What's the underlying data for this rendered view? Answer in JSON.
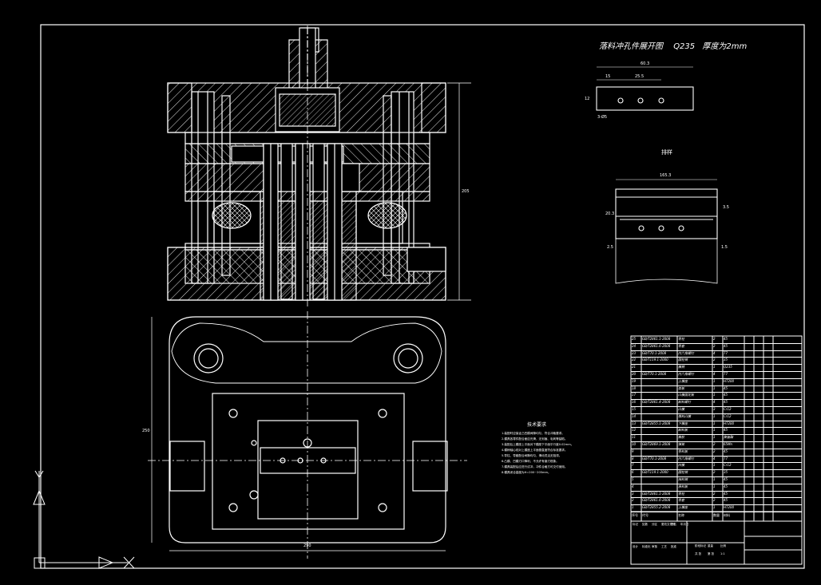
{
  "colors": {
    "background": "#000000",
    "line": "#ffffff",
    "accent": "#ffff00",
    "hatch": "#ffffff"
  },
  "blank_title": {
    "text": "落料冲孔件展开图",
    "material": "Q235",
    "thickness": "厚度为2mm"
  },
  "blank_dims": {
    "overall": "60.3",
    "offset": "15",
    "pitch": "25.5",
    "height": "12",
    "holes": "3-Ø5"
  },
  "layout_title": "排样",
  "layout_dims": {
    "width": "165.3",
    "pitch": "20.3",
    "gap": "3.5",
    "margin": "2.5",
    "side": "1.5"
  },
  "front_view_dims": {
    "overall_height": "205"
  },
  "top_view_dims": {
    "width": "290",
    "height": "250"
  },
  "notes": {
    "heading": "技术要求",
    "lines": [
      "1.装配时应保证凸凹模间隙均匀，符合冲裁要求。",
      "2.模具各零件配合面应光滑，无划痕、毛刺等缺陷。",
      "3.装配后上模座上平面对下模座下平面平行度0.02mm。",
      "4.模柄轴心线对上模座上平面垂直度符合标准要求。",
      "5.导柱、导套配合间隙均匀，滑动灵活无阻滞。",
      "6.凸模、凹模刃口锋利，不允许有崩刃现象。",
      "7.模具装配后应进行试冲，冲件合格方可交付使用。",
      "8.模具闭合高度为H=200~205mm。"
    ]
  },
  "bom": {
    "header": [
      "序号",
      "代号",
      "名称",
      "数量",
      "材料",
      "",
      "",
      ""
    ],
    "rows": [
      [
        "25",
        "GB/T2861.1-2008",
        "导柱",
        "2",
        "45",
        "",
        "",
        ""
      ],
      [
        "24",
        "GB/T2861.6-2008",
        "导套",
        "2",
        "45",
        "",
        "",
        ""
      ],
      [
        "23",
        "GB/T70.1-2008",
        "内六角螺钉",
        "4",
        "T7",
        "",
        "",
        ""
      ],
      [
        "22",
        "GB/T119.1-2000",
        "圆柱销",
        "2",
        "35",
        "",
        "",
        ""
      ],
      [
        "21",
        "",
        "模柄",
        "1",
        "Q235",
        "",
        "",
        ""
      ],
      [
        "20",
        "GB/T70.1-2008",
        "内六角螺钉",
        "4",
        "T7",
        "",
        "",
        ""
      ],
      [
        "19",
        "",
        "上模座",
        "1",
        "HT200",
        "",
        "",
        ""
      ],
      [
        "18",
        "",
        "垫板",
        "1",
        "45",
        "",
        "",
        ""
      ],
      [
        "17",
        "",
        "凸模固定板",
        "1",
        "45",
        "",
        "",
        ""
      ],
      [
        "16",
        "GB/T2861.4-2008",
        "卸料螺钉",
        "4",
        "45",
        "",
        "",
        ""
      ],
      [
        "15",
        "",
        "凸模",
        "3",
        "Cr12",
        "",
        "",
        ""
      ],
      [
        "14",
        "",
        "落料凸模",
        "1",
        "Cr12",
        "",
        "",
        ""
      ],
      [
        "13",
        "GB/T2855.1-2008",
        "下模座",
        "1",
        "HT200",
        "",
        "",
        ""
      ],
      [
        "12",
        "",
        "卸料板",
        "1",
        "45",
        "",
        "",
        ""
      ],
      [
        "11",
        "",
        "橡胶",
        "1",
        "聚氨酯",
        "",
        "",
        ""
      ],
      [
        "10",
        "GB/T2869.1-2008",
        "弹簧",
        "2",
        "65Mn",
        "",
        "",
        ""
      ],
      [
        "9",
        "",
        "导料板",
        "2",
        "45",
        "",
        "",
        ""
      ],
      [
        "8",
        "GB/T70.1-2008",
        "内六角螺钉",
        "4",
        "T7",
        "",
        "",
        ""
      ],
      [
        "7",
        "",
        "凹模",
        "1",
        "Cr12",
        "",
        "",
        ""
      ],
      [
        "6",
        "GB/T119.1-2000",
        "圆柱销",
        "2",
        "35",
        "",
        "",
        ""
      ],
      [
        "5",
        "",
        "挡料销",
        "1",
        "45",
        "",
        "",
        ""
      ],
      [
        "4",
        "",
        "承料板",
        "1",
        "45",
        "",
        "",
        ""
      ],
      [
        "3",
        "GB/T2861.1-2008",
        "导柱",
        "2",
        "45",
        "",
        "",
        ""
      ],
      [
        "2",
        "GB/T2861.6-2008",
        "导套",
        "2",
        "45",
        "",
        "",
        ""
      ],
      [
        "1",
        "GB/T2855.2-2008",
        "上模座",
        "1",
        "HT200",
        "",
        "",
        ""
      ]
    ]
  },
  "title_block": {
    "labels": [
      "标记",
      "处数",
      "分区",
      "更改文件号",
      "签名",
      "年月日",
      "设计",
      "标准化",
      "审核",
      "工艺",
      "批准"
    ],
    "right": [
      "阶段标记",
      "重量",
      "比例",
      "共 张",
      "第 张",
      "1:1"
    ]
  },
  "icons": {
    "ucs": "ucs-axis-icon"
  }
}
